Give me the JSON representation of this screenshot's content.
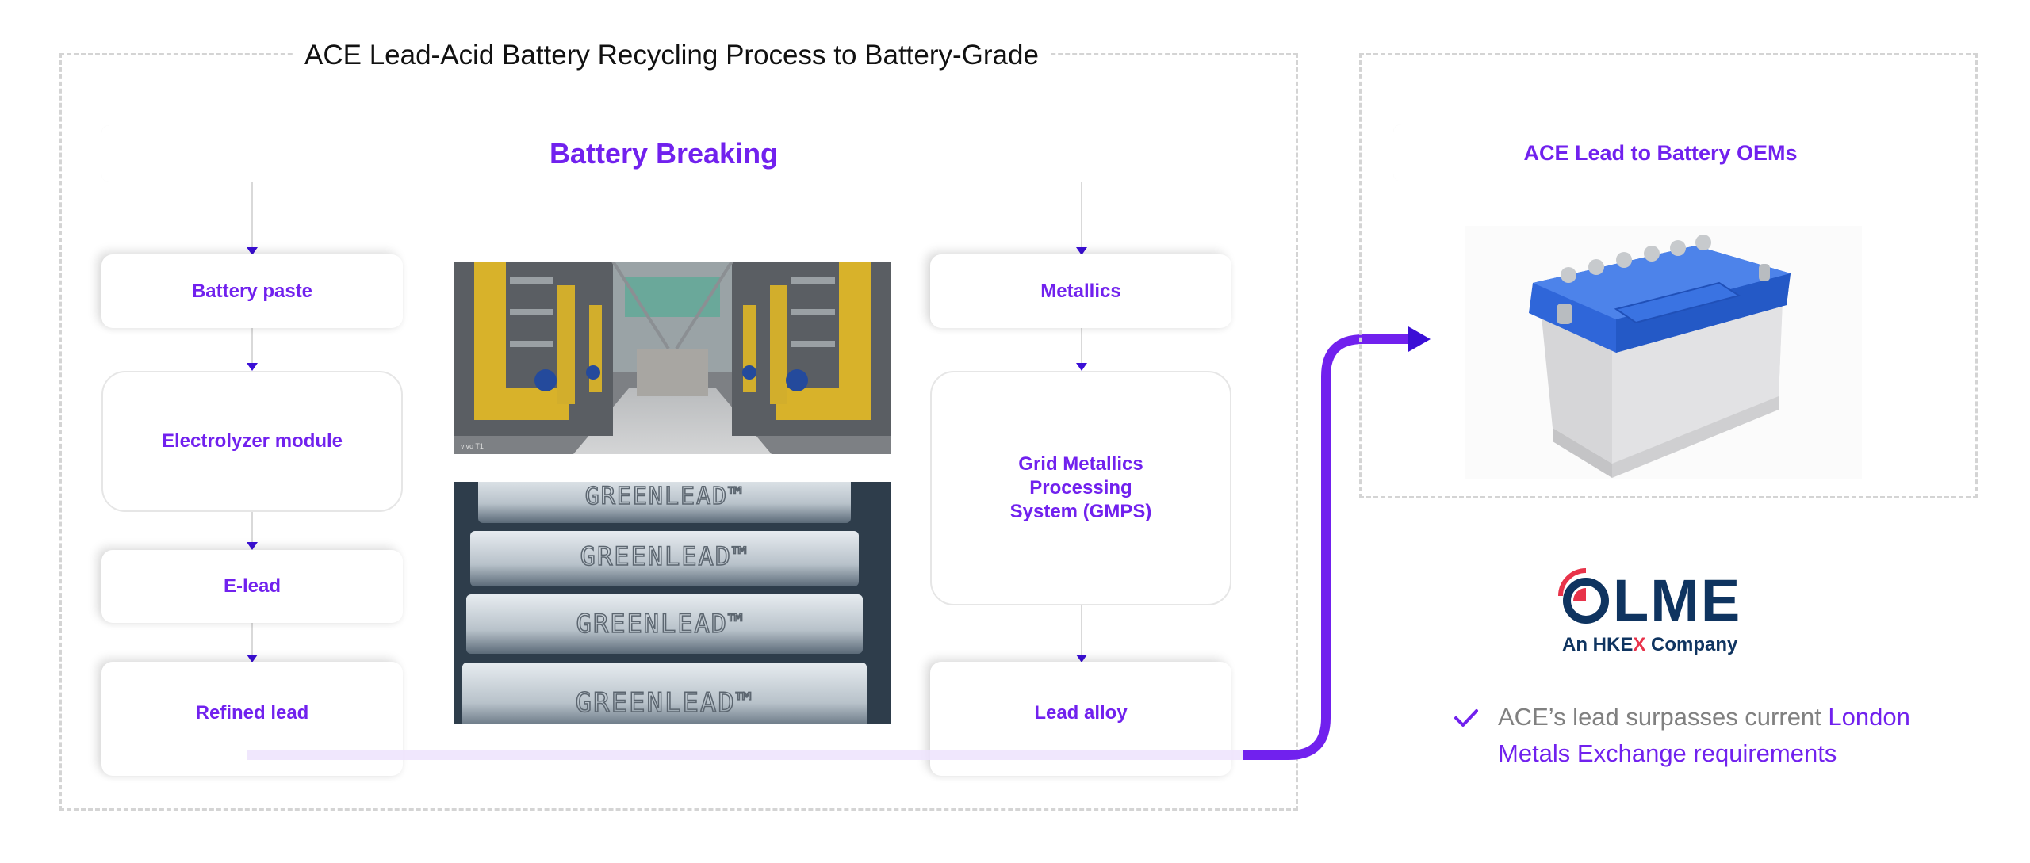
{
  "left_panel": {
    "title": "ACE Lead-Acid Battery Recycling Process to Battery-Grade",
    "header_step": "Battery Breaking",
    "left_column": [
      {
        "label": "Battery paste",
        "style": "shadow"
      },
      {
        "label": "Electrolyzer module",
        "style": "outline"
      },
      {
        "label": "E-lead",
        "style": "shadow"
      },
      {
        "label": "Refined lead",
        "style": "shadow"
      }
    ],
    "right_column": [
      {
        "label": "Metallics",
        "style": "shadow"
      },
      {
        "label": "Grid Metallics Processing System (GMPS)",
        "style": "outline"
      },
      {
        "label": "Lead alloy",
        "style": "shadow"
      }
    ],
    "photos": [
      {
        "name": "electrolyzer-plant-photo",
        "caption": "vivo T1"
      },
      {
        "name": "greenlead-ingots-photo",
        "ingot_stamp": "GREENLEAD™"
      }
    ]
  },
  "right_panel": {
    "header_step": "ACE Lead to Battery OEMs",
    "image": "car-battery-image"
  },
  "lme_logo": {
    "wordmark": "LME",
    "subtitle_prefix": "An HKE",
    "subtitle_x": "X",
    "subtitle_suffix": " Company"
  },
  "checklist": {
    "icon": "check-icon",
    "text_plain": "ACE’s lead surpasses current ",
    "text_highlight": "London Metals Exchange requirements"
  },
  "colors": {
    "accent": "#7121ee",
    "arrow_dark": "#3b0fd6",
    "lme_navy": "#0f3460",
    "lme_red": "#e8334a",
    "muted_text": "#808080"
  }
}
